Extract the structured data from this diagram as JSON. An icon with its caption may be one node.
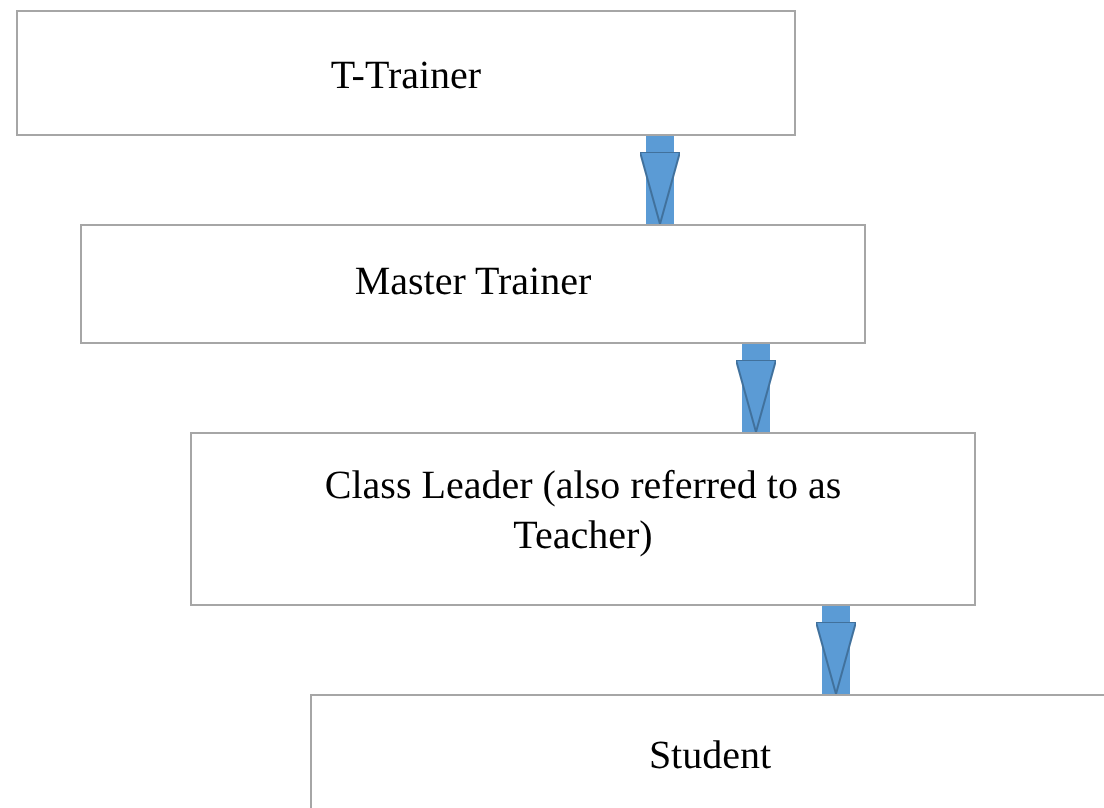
{
  "diagram": {
    "nodes": [
      {
        "text": [
          "T-Trainer"
        ]
      },
      {
        "text": [
          "Master Trainer"
        ]
      },
      {
        "text": [
          "Class Leader (also referred to as Teacher)"
        ]
      },
      {
        "text": [
          "Student"
        ]
      }
    ],
    "edges": [
      {
        "from": 0,
        "to": 1,
        "arrow": "to"
      },
      {
        "from": 1,
        "to": 2,
        "arrow": "to"
      },
      {
        "from": 2,
        "to": 3,
        "arrow": "to"
      }
    ]
  }
}
